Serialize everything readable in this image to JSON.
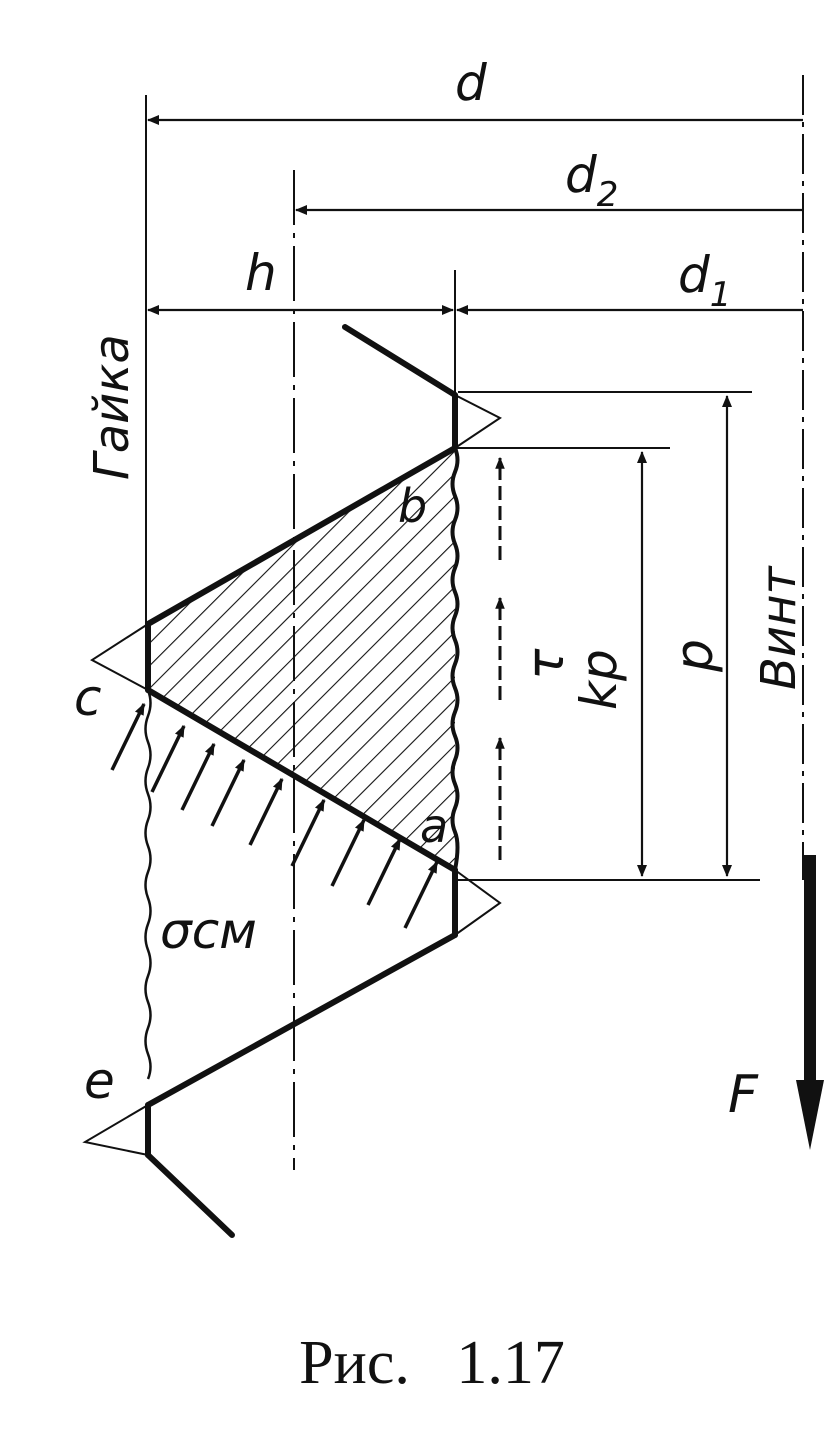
{
  "labels": {
    "d": "d",
    "d2_main": "d",
    "d2_sub": "2",
    "d1_main": "d",
    "d1_sub": "1",
    "h": "h",
    "nut": "Гайка",
    "screw": "Винт",
    "b": "b",
    "a": "a",
    "c": "c",
    "e": "e",
    "tau": "τ",
    "kp": "kp",
    "p": "p",
    "sigma": "σсм",
    "force": "F"
  },
  "caption": "Рис.   1.17",
  "colors": {
    "ink": "#111111",
    "background": "#ffffff"
  }
}
